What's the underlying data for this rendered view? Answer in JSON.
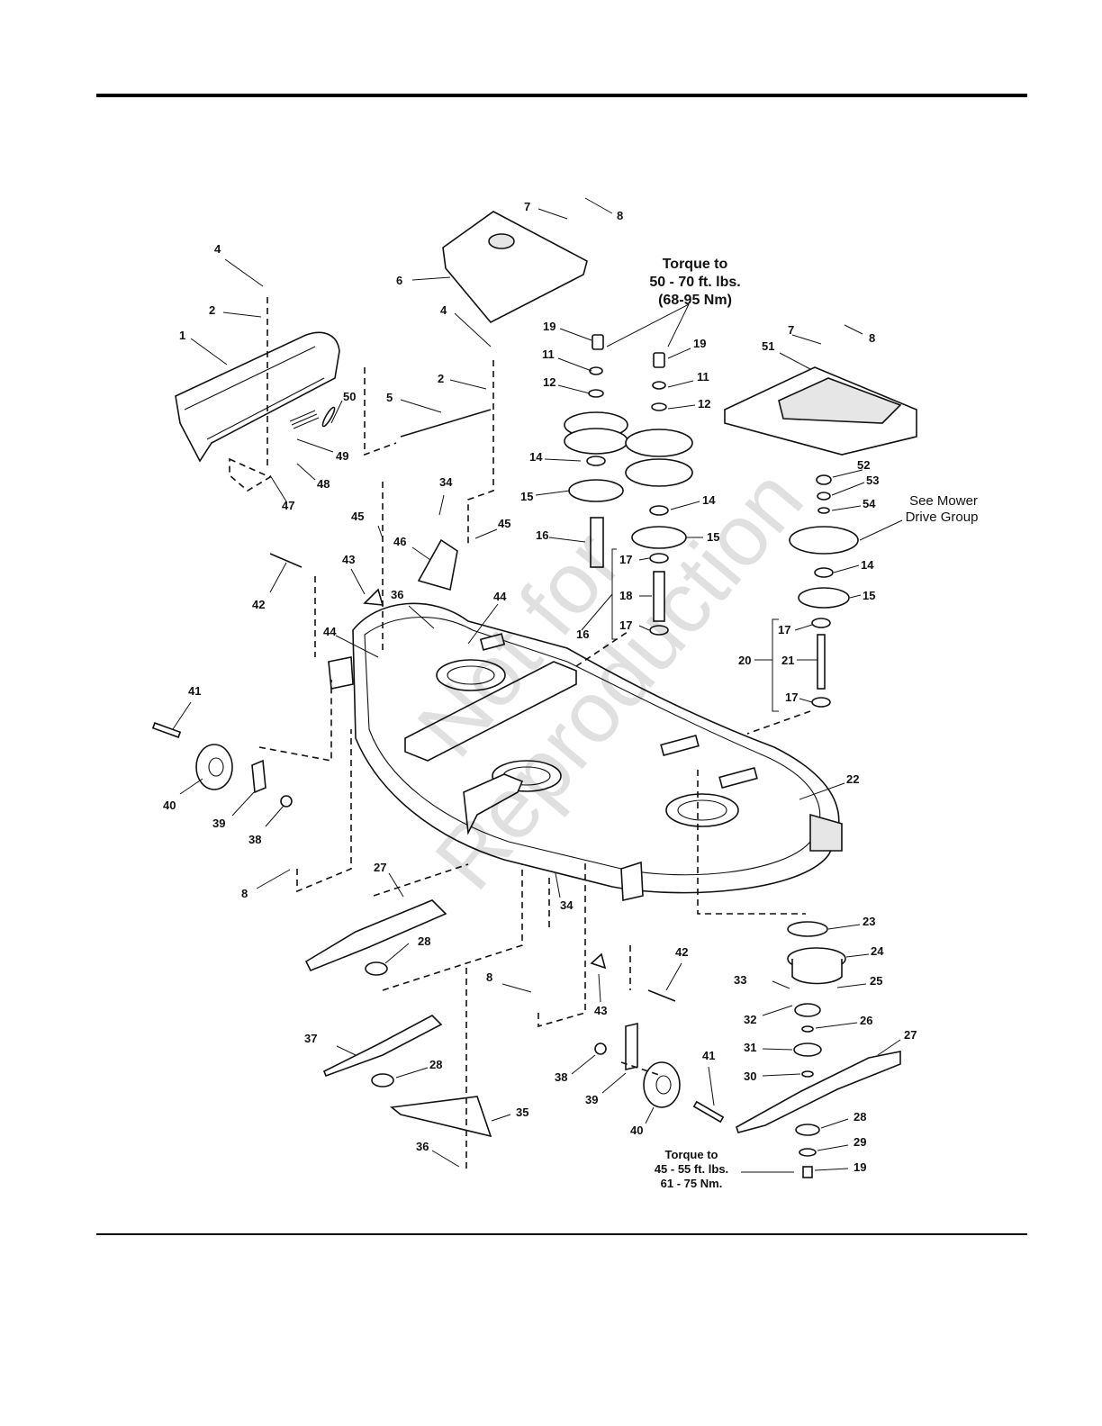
{
  "torque_notes": {
    "upper": [
      "Torque to",
      "50 - 70 ft. lbs.",
      "(68-95 Nm)"
    ],
    "lower": [
      "Torque to",
      "45 - 55 ft. lbs.",
      "61 - 75 Nm."
    ]
  },
  "see_mower": [
    "See Mower",
    "Drive Group"
  ],
  "watermark": [
    "Not for",
    "Reproduction"
  ],
  "callouts": {
    "c1": "1",
    "c2a": "2",
    "c2b": "2",
    "c4a": "4",
    "c4b": "4",
    "c5": "5",
    "c6": "6",
    "c7a": "7",
    "c7b": "7",
    "c8a": "8",
    "c8b": "8",
    "c8c": "8",
    "c8d": "8",
    "c11a": "11",
    "c11b": "11",
    "c12a": "12",
    "c12b": "12",
    "c14a": "14",
    "c14b": "14",
    "c14c": "14",
    "c15a": "15",
    "c15b": "15",
    "c15c": "15",
    "c16a": "16",
    "c16b": "16",
    "c17a": "17",
    "c17b": "17",
    "c17c": "17",
    "c17d": "17",
    "c18": "18",
    "c19a": "19",
    "c19b": "19",
    "c19c": "19",
    "c20": "20",
    "c21": "21",
    "c22": "22",
    "c23": "23",
    "c24": "24",
    "c25": "25",
    "c26": "26",
    "c27a": "27",
    "c27b": "27",
    "c28a": "28",
    "c28b": "28",
    "c28c": "28",
    "c29": "29",
    "c30": "30",
    "c31": "31",
    "c32": "32",
    "c33": "33",
    "c34a": "34",
    "c34b": "34",
    "c35": "35",
    "c36a": "36",
    "c36b": "36",
    "c37": "37",
    "c38a": "38",
    "c38b": "38",
    "c39a": "39",
    "c39b": "39",
    "c40a": "40",
    "c40b": "40",
    "c41a": "41",
    "c41b": "41",
    "c42a": "42",
    "c42b": "42",
    "c43a": "43",
    "c43b": "43",
    "c44a": "44",
    "c44b": "44",
    "c45a": "45",
    "c45b": "45",
    "c46": "46",
    "c47": "47",
    "c48": "48",
    "c49": "49",
    "c50": "50",
    "c51": "51",
    "c52": "52",
    "c53": "53",
    "c54": "54"
  }
}
